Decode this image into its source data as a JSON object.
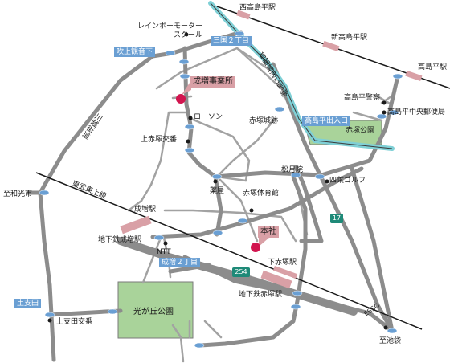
{
  "stations": {
    "nishi_takashimadaira": "西高島平駅",
    "shin_takashimadaira": "新高島平駅",
    "takashimadaira": "高島平駅",
    "narimasu": "成増駅",
    "chikatetsu_narimasu": "地下鉄成増駅",
    "shimo_akatsuka": "下赤塚駅",
    "chikatetsu_akatsuka": "地下鉄赤塚駅"
  },
  "intersections": {
    "mikuni_2": "三国２丁目",
    "fukiage_kannonshita": "吹上観音下",
    "takashimadaira_exit": "高島平出入口",
    "narimasu_2": "成増２丁目",
    "dosaida": "土支田",
    "kami_akatsuka_kosa": "上赤塚交番",
    "dosaida_kosa": "土支田交番"
  },
  "places": {
    "rainbow_school": "レインボーモーター\nスクール",
    "lawson": "ローソン",
    "akatsuka_castle": "赤塚城跡",
    "takashimadaira_police": "高島平警察",
    "takashimadaira_post": "高島平中央郵便局",
    "akatsuka_park": "赤塚公園",
    "matsutsukiin": "松月院",
    "yotsuba_golf": "四葉ゴルフ",
    "kusuriya": "薬屋",
    "akatsuka_gym": "赤塚体育館",
    "ntt": "NTT",
    "hikarigaoka_park": "光が丘公園",
    "esso": "ESSO"
  },
  "roads": {
    "tobu_tojo": "東武東上線",
    "kawagoe_kaido": "川越街道",
    "shuto_route5": "首都高速５号線",
    "route17": "17",
    "route254": "254"
  },
  "directions": {
    "to_wakoshi": "至和光市",
    "to_ikebukuro": "至池袋"
  },
  "offices": {
    "narimasu_office": "成増事業所",
    "head_office": "本社"
  },
  "colors": {
    "road": "#8c8c8c",
    "minor_road": "#9a9a9a",
    "railway": "#1a1a1a",
    "expressway": "#7fd0d6",
    "park": "#a9d39a",
    "intersection_label": "#6a9fd3",
    "office_label": "#d9a0a6",
    "office_pin": "#d2154f",
    "route_badge": "#1e8a78"
  }
}
